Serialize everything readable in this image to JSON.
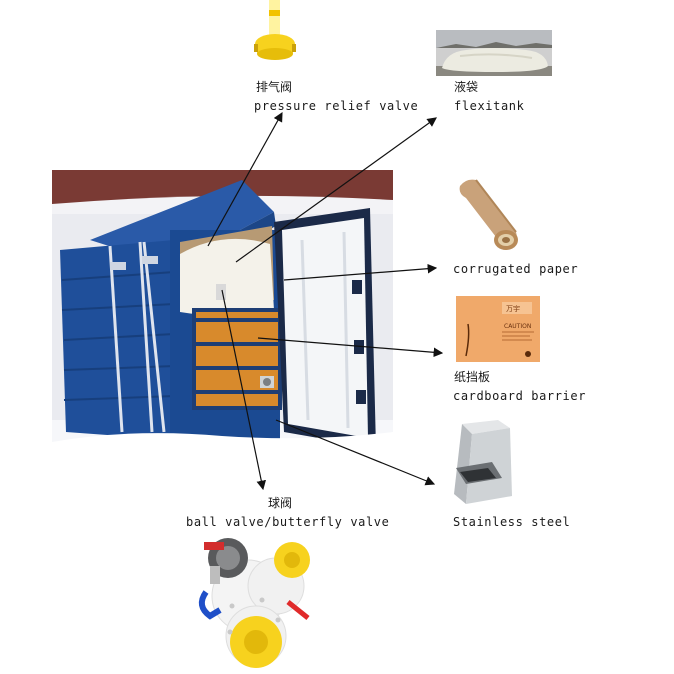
{
  "labels": {
    "relief_valve": {
      "zh": "排气阀",
      "en": "pressure relief valve"
    },
    "flexitank": {
      "zh": "液袋",
      "en": "flexitank"
    },
    "corrugated": {
      "en": "corrugated paper"
    },
    "barrier": {
      "zh": "纸挡板",
      "en": "cardboard barrier"
    },
    "steel": {
      "en": "Stainless steel"
    },
    "ball_valve": {
      "zh": "球阀",
      "en": "ball valve/butterfly valve"
    }
  },
  "card_text": {
    "brand": "万宇",
    "caution": "CAUTION"
  },
  "colors": {
    "container_blue": "#1f4f9a",
    "door_white": "#f4f6f8",
    "valve_yellow": "#f7d21e",
    "cardboard": "#c98a3c",
    "kraft": "#c9a27a"
  }
}
